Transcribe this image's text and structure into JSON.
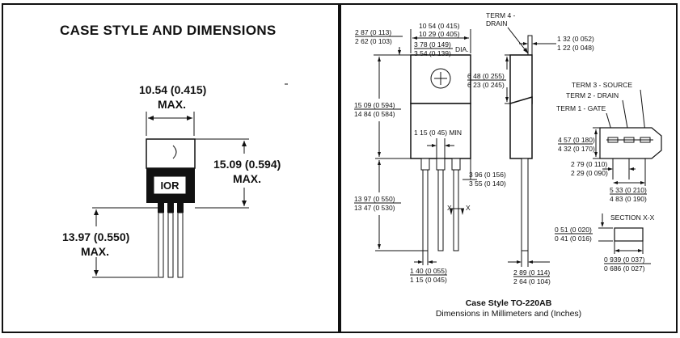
{
  "left_panel": {
    "title": "CASE STYLE  AND DIMENSIONS",
    "width_dim": "10.54 (0.415)",
    "width_max": "MAX.",
    "height_dim": "15.09 (0.594)",
    "height_max": "MAX.",
    "lead_dim": "13.97 (0.550)",
    "lead_max": "MAX.",
    "logo_text": "IOR"
  },
  "right_panel": {
    "dim_width": [
      "10 54 (0 415)",
      "10 29 (0 405)"
    ],
    "dim_hole": [
      "3 78 (0 149)",
      "3 54 (0 139)"
    ],
    "dia_label": "DIA.",
    "dim_tab_offset": [
      "2 87 (0 113)",
      "2 62 (0 103)"
    ],
    "term4": [
      "TERM 4 -",
      "DRAIN"
    ],
    "dim_tab_thick": [
      "1 32 (0 052)",
      "1 22 (0 048)"
    ],
    "dim_tab_len": [
      "6 48 (0 255)",
      "6 23 (0 245)"
    ],
    "dim_body_height": [
      "15 09 (0 594)",
      "14 84 (0 584)"
    ],
    "dim_lead_width_min": "1 15 (0 45) MIN",
    "dim_offset": [
      "3 96 (0 156)",
      "3 55 (0 140)"
    ],
    "dim_lead_length": [
      "13 97 (0 550)",
      "13 47 (0 530)"
    ],
    "dim_lead_bottom": [
      "1 40 (0 055)",
      "1 15 (0 045)"
    ],
    "dim_lead_thick": [
      "2 89 (0 114)",
      "2 64 (0 104)"
    ],
    "term_labels": [
      "TERM 3 - SOURCE",
      "TERM 2 - DRAIN",
      "TERM 1 - GATE"
    ],
    "dim_pkg_height": [
      "4 57 (0 180)",
      "4 32 (0 170)"
    ],
    "dim_pitch": [
      "2 79 (0 110)",
      "2 29 (0 090)"
    ],
    "dim_pitch2": [
      "5 33 (0 210)",
      "4 83 (0 190)"
    ],
    "section_label": "SECTION X-X",
    "dim_section_t": [
      "0 51 (0 020)",
      "0 41 (0 016)"
    ],
    "dim_section_w": [
      "0 939 (0 037)",
      "0 686 (0 027)"
    ],
    "section_marker": "X",
    "caption1": "Case Style TO-220AB",
    "caption2": "Dimensions in Millimeters and (Inches)"
  }
}
